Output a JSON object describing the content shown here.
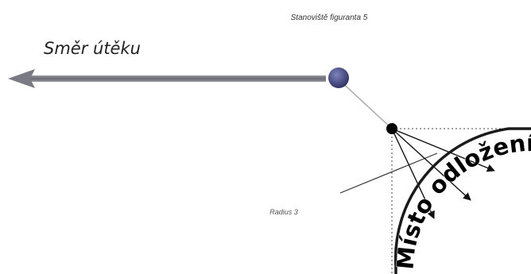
{
  "labels": {
    "station": "Stanoviště figuranta 5",
    "direction": "Směr útěku",
    "radius": "Radius 3",
    "arc_text": "Místo odložení psa"
  },
  "colors": {
    "station_point": "#4b4f86",
    "arrow": "#6f6f7a",
    "dog_point": "#000000",
    "arc": "#1a1a1a",
    "dotted_guides": "#333333"
  }
}
